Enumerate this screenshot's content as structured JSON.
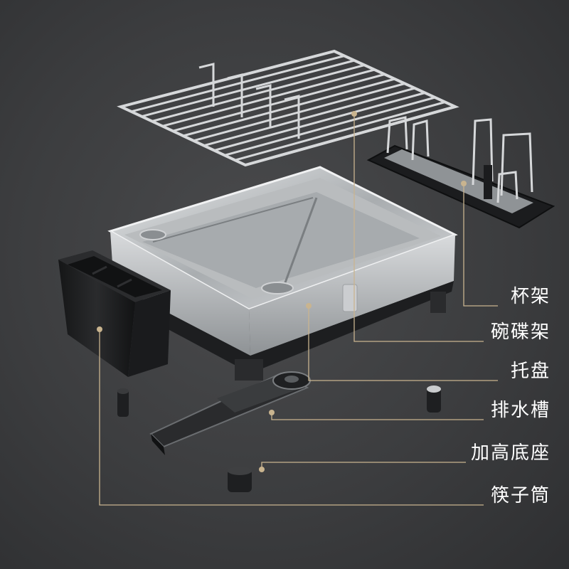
{
  "labels": {
    "cup_rack": "杯架",
    "dish_rack": "碗碟架",
    "tray": "托盘",
    "drain_trough": "排水槽",
    "raised_base": "加高底座",
    "chopstick_holder": "筷子筒"
  },
  "colors": {
    "background": "#3c3d3f",
    "leader_line": "#c9b48f",
    "steel": "#cfd2d4",
    "black_plastic": "#1e1f21",
    "label_text": "#ffffff"
  }
}
